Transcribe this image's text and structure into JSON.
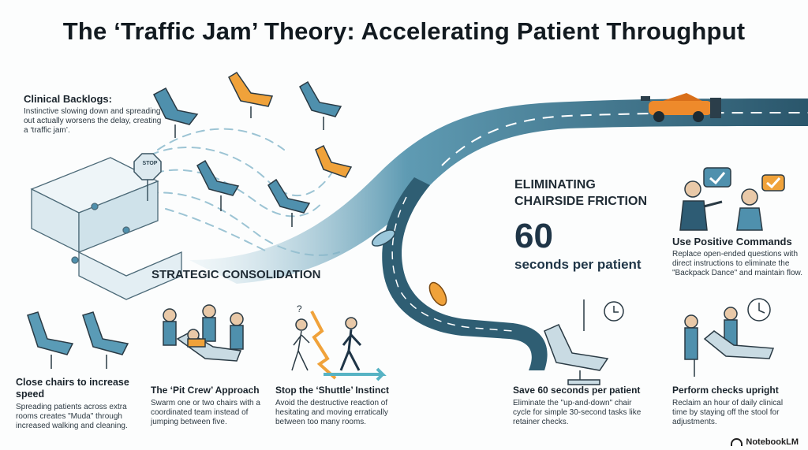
{
  "title": "The ‘Traffic Jam’ Theory: Accelerating Patient Throughput",
  "clinical_backlogs": {
    "heading": "Clinical Backlogs:",
    "body": "Instinctive slowing down and spreading out actually worsens the delay, creating a ‘traffic jam’."
  },
  "stop_sign": "STOP",
  "strategic_consolidation": "STRATEGIC CONSOLIDATION",
  "eliminating": {
    "line1": "ELIMINATING",
    "line2": "CHAIRSIDE FRICTION",
    "value": "60",
    "unit": "seconds per patient"
  },
  "positive_commands": {
    "heading": "Use Positive Commands",
    "body": "Replace open-ended questions with direct instructions to eliminate the \"Backpack Dance\" and maintain flow."
  },
  "close_chairs": {
    "heading": "Close chairs to increase speed",
    "body": "Spreading patients across extra rooms creates \"Muda\" through increased walking and cleaning."
  },
  "pit_crew": {
    "heading": "The ‘Pit Crew’ Approach",
    "body": "Swarm one or two chairs with a coordinated team instead of jumping between five."
  },
  "shuttle": {
    "heading": "Stop the ‘Shuttle’ Instinct",
    "body": "Avoid the destructive reaction of hesitating and moving erratically between too many rooms."
  },
  "save_60": {
    "heading": "Save 60 seconds per patient",
    "body": "Eliminate the \"up-and-down\" chair cycle for simple 30-second tasks like retainer checks."
  },
  "upright": {
    "heading": "Perform checks upright",
    "body": "Reclaim an hour of daily clinical time by staying off the stool for adjustments."
  },
  "brand": "NotebookLM",
  "colors": {
    "teal": "#3e7f98",
    "orange": "#f0a23a",
    "road": "#2f5e73",
    "dark": "#1f2a33"
  }
}
